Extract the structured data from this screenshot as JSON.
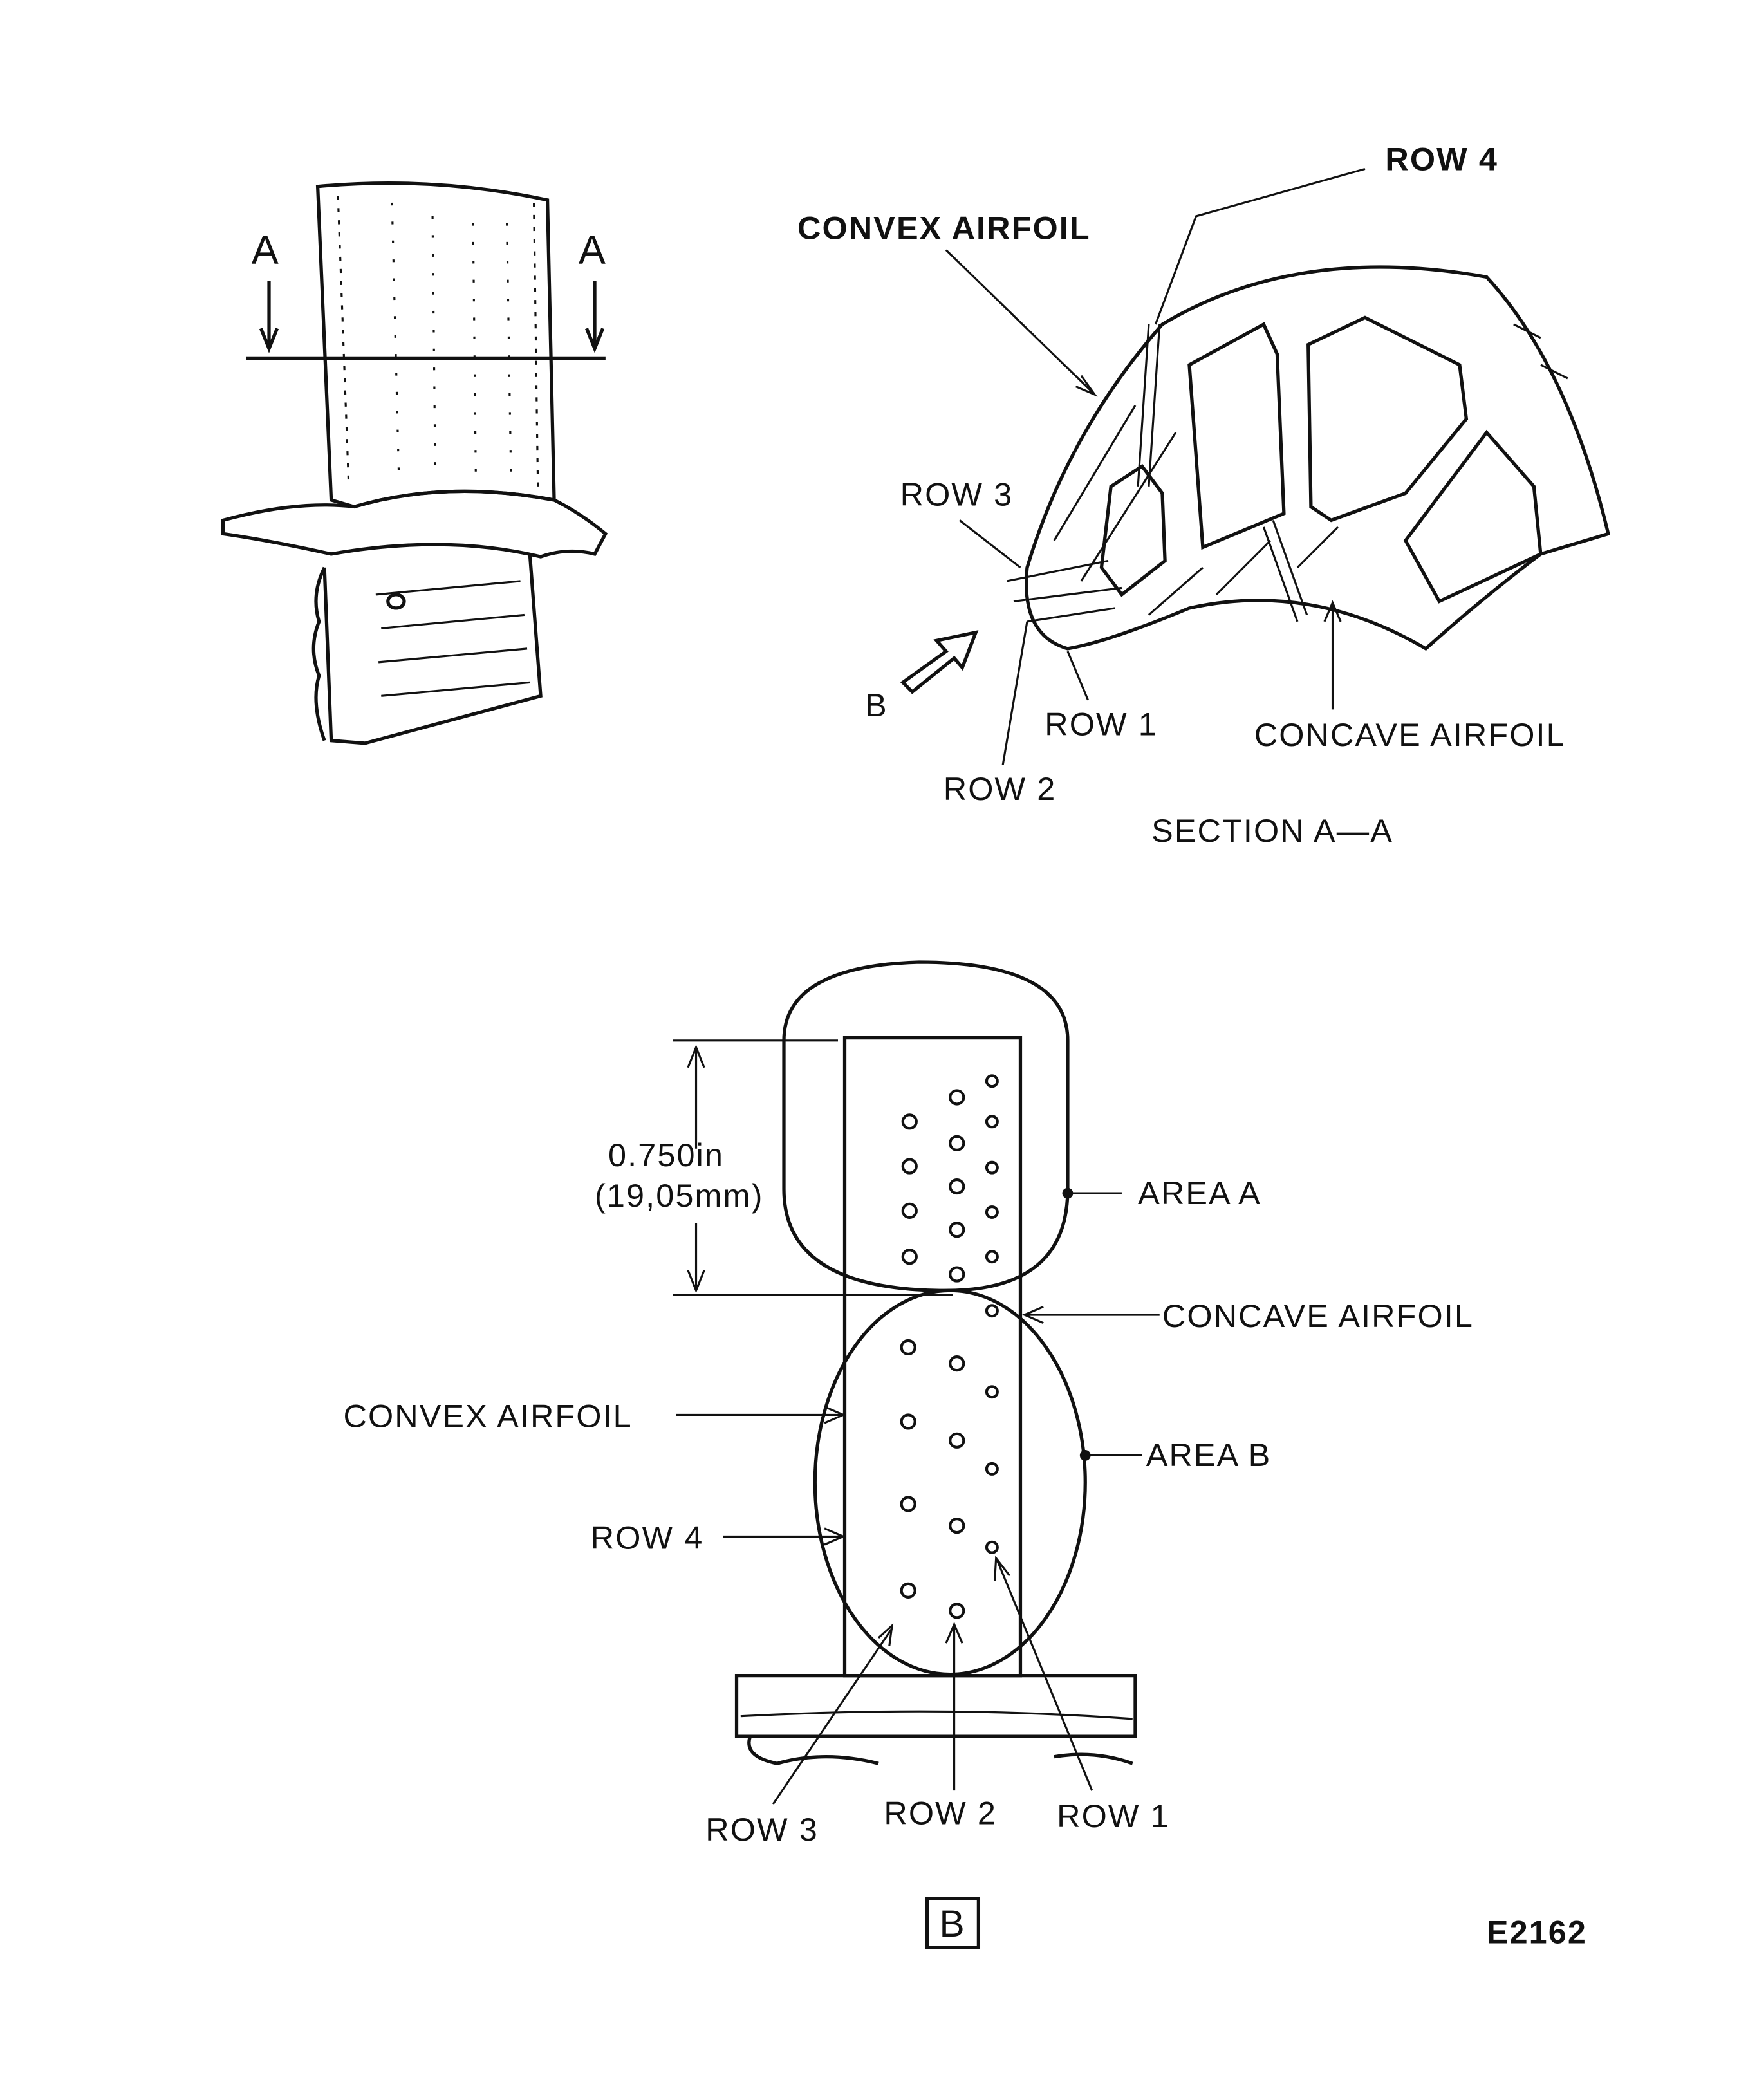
{
  "blade_view": {
    "section_mark_left": "A",
    "section_mark_right": "A"
  },
  "section_view": {
    "title": "SECTION A—A",
    "labels": {
      "convex_airfoil": "CONVEX AIRFOIL",
      "row4": "ROW 4",
      "row3": "ROW 3",
      "view_b": "B",
      "row1": "ROW 1",
      "row2": "ROW 2",
      "concave_airfoil": "CONCAVE AIRFOIL"
    }
  },
  "view_b": {
    "dimension_in": "0.750in",
    "dimension_mm": "(19,05mm)",
    "labels": {
      "area_a": "AREA A",
      "concave_airfoil": "CONCAVE AIRFOIL",
      "convex_airfoil": "CONVEX AIRFOIL",
      "area_b": "AREA B",
      "row4": "ROW 4",
      "row3": "ROW 3",
      "row2": "ROW 2",
      "row1": "ROW 1"
    },
    "view_tag": "B"
  },
  "figure_id": "E2162"
}
